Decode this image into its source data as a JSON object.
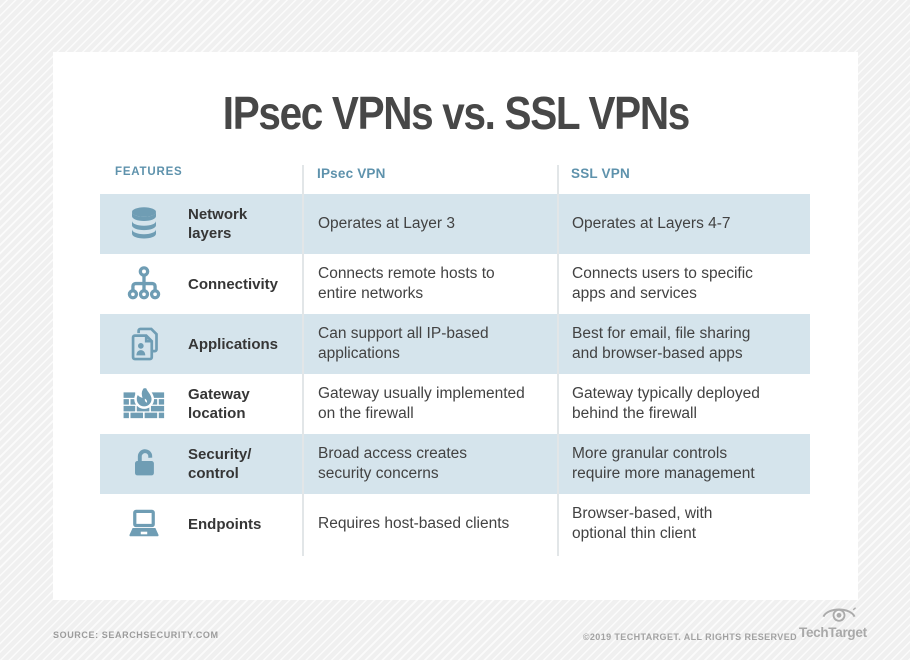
{
  "title": "IPsec VPNs vs. SSL VPNs",
  "table": {
    "headers": {
      "features": "FEATURES",
      "ipsec": "IPsec VPN",
      "ssl": "SSL VPN"
    },
    "rows": [
      {
        "icon": "database-icon",
        "feature": "Network\nlayers",
        "ipsec": "Operates at Layer 3",
        "ssl": "Operates at Layers 4-7"
      },
      {
        "icon": "sitemap-icon",
        "feature": "Connectivity",
        "ipsec": "Connects remote hosts to\nentire networks",
        "ssl": "Connects users to specific\napps and services"
      },
      {
        "icon": "documents-icon",
        "feature": "Applications",
        "ipsec": "Can support all IP-based\napplications",
        "ssl": "Best for email, file sharing\nand browser-based apps"
      },
      {
        "icon": "firewall-icon",
        "feature": "Gateway\nlocation",
        "ipsec": "Gateway usually implemented\non the firewall",
        "ssl": "Gateway typically deployed\nbehind the firewall"
      },
      {
        "icon": "lock-open-icon",
        "feature": "Security/\ncontrol",
        "ipsec": "Broad access creates\nsecurity concerns",
        "ssl": "More granular controls\nrequire more management"
      },
      {
        "icon": "laptop-icon",
        "feature": "Endpoints",
        "ipsec": "Requires host-based clients",
        "ssl": "Browser-based, with\noptional thin client"
      }
    ]
  },
  "footer": {
    "source": "SOURCE: SEARCHSECURITY.COM",
    "copyright": "©2019 TECHTARGET. ALL RIGHTS RESERVED",
    "brand": "TechTarget"
  },
  "colors": {
    "accent_blue": "#6f9db4",
    "row_highlight": "#d5e4ec",
    "header_text": "#5e92ac",
    "title_text": "#474747",
    "body_text": "#424242",
    "footer_text": "#a0a0a0"
  }
}
